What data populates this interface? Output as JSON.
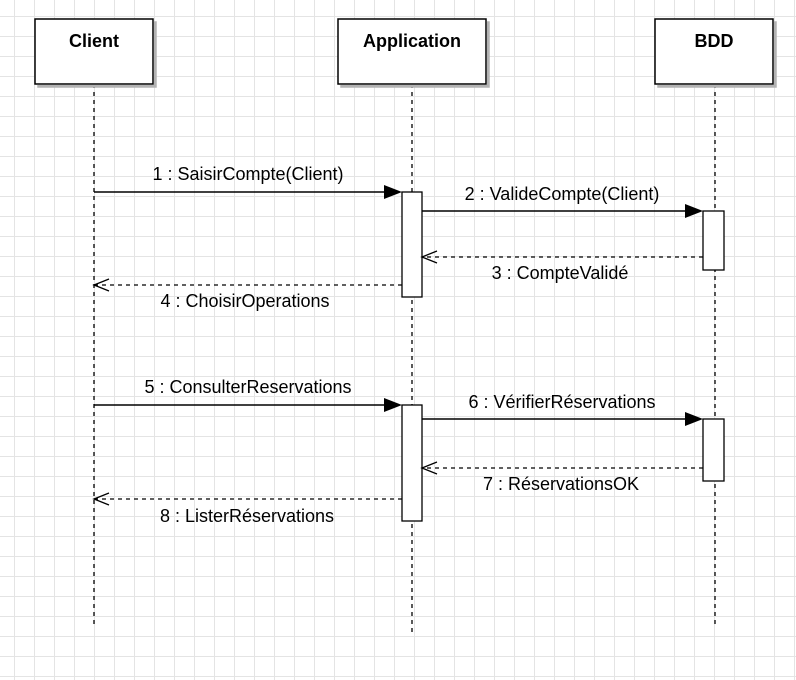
{
  "lifelines": [
    {
      "id": "client",
      "label": "Client"
    },
    {
      "id": "application",
      "label": "Application"
    },
    {
      "id": "bdd",
      "label": "BDD"
    }
  ],
  "messages": [
    {
      "label": "1 : SaisirCompte(Client)",
      "from": "client",
      "to": "application",
      "kind": "call"
    },
    {
      "label": "2 : ValideCompte(Client)",
      "from": "application",
      "to": "bdd",
      "kind": "call"
    },
    {
      "label": "3 : CompteValidé",
      "from": "bdd",
      "to": "application",
      "kind": "return"
    },
    {
      "label": "4 : ChoisirOperations",
      "from": "application",
      "to": "client",
      "kind": "return"
    },
    {
      "label": "5 : ConsulterReservations",
      "from": "client",
      "to": "application",
      "kind": "call"
    },
    {
      "label": "6 : VérifierRéservations",
      "from": "application",
      "to": "bdd",
      "kind": "call"
    },
    {
      "label": "7 : RéservationsOK",
      "from": "bdd",
      "to": "application",
      "kind": "return"
    },
    {
      "label": "8 : ListerRéservations",
      "from": "application",
      "to": "client",
      "kind": "return"
    }
  ]
}
